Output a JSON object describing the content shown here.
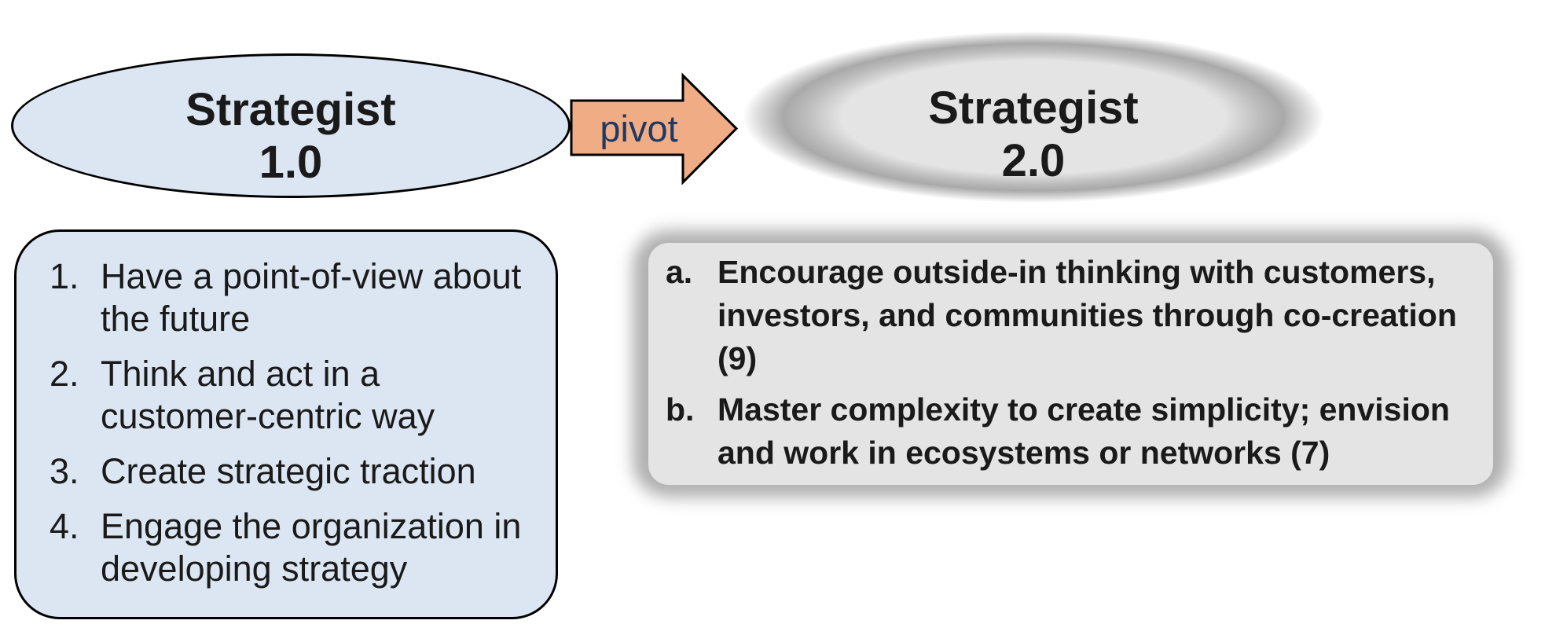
{
  "ellipse_1": {
    "line1": "Strategist",
    "line2": "1.0"
  },
  "arrow": {
    "label": "pivot"
  },
  "ellipse_2": {
    "line1": "Strategist",
    "line2": "2.0"
  },
  "box_1": {
    "items": [
      {
        "marker": "1.",
        "text": "Have a point-of-view about the future"
      },
      {
        "marker": "2.",
        "text": "Think and act in a customer-centric way"
      },
      {
        "marker": "3.",
        "text": "Create strategic traction"
      },
      {
        "marker": "4.",
        "text": "Engage the organization in developing strategy"
      }
    ]
  },
  "box_2": {
    "items": [
      {
        "marker": "a.",
        "text": "Encourage outside-in thinking with customers, investors, and communities through co-creation (9)"
      },
      {
        "marker": "b.",
        "text": "Master complexity to create simplicity; envision and work in ecosystems or networks (7)"
      }
    ]
  },
  "colors": {
    "light_blue_fill": "#dbe6f2",
    "outline": "#000000",
    "gray_fill": "#e4e4e4",
    "gray_glow": "#a9a9a9",
    "arrow_fill": "#f0ad85",
    "arrow_label": "#1f3864",
    "text": "#1a1a1a",
    "background": "#ffffff"
  }
}
